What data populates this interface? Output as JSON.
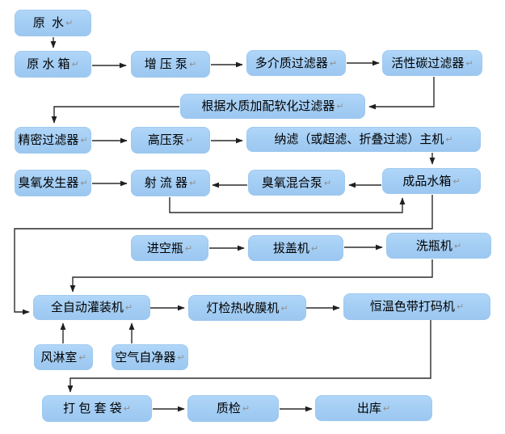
{
  "diagram": {
    "return_mark": "↵",
    "colors": {
      "box_fill": "#a3cdf4",
      "box_border": "#9ec9ef",
      "line": "#2b2b2b",
      "text": "#000000",
      "return_mark": "#8f8f8f",
      "background": "#ffffff"
    },
    "nodes": {
      "raw_water": {
        "label": "原  水"
      },
      "raw_tank": {
        "label": "原 水 箱"
      },
      "booster_pump": {
        "label": "增 压 泵"
      },
      "multimedia": {
        "label": "多介质过滤器"
      },
      "carbon": {
        "label": "活性碳过滤器"
      },
      "softening": {
        "label": "根据水质加配软化过滤器"
      },
      "precision": {
        "label": "精密过滤器"
      },
      "hp_pump": {
        "label": "高压泵"
      },
      "nano_main": {
        "label": "纳滤（或超滤、折叠过滤）主机"
      },
      "ozone_gen": {
        "label": "臭氧发生器"
      },
      "jet": {
        "label": "射 流 器"
      },
      "ozone_mix": {
        "label": "臭氧混合泵"
      },
      "product_tank": {
        "label": "成品水箱"
      },
      "empty_bottle": {
        "label": "进空瓶"
      },
      "cap_puller": {
        "label": "拔盖机"
      },
      "bottle_washer": {
        "label": "洗瓶机"
      },
      "filler": {
        "label": "全自动灌装机"
      },
      "light_inspect": {
        "label": "灯检热收膜机"
      },
      "coder": {
        "label": "恒温色带打码机"
      },
      "air_shower": {
        "label": "风淋室"
      },
      "air_purifier": {
        "label": "空气自净器"
      },
      "packing": {
        "label": "打 包 套 袋"
      },
      "qc": {
        "label": "质检"
      },
      "outbound": {
        "label": "出库"
      }
    },
    "edges": [
      [
        "raw_water",
        "raw_tank"
      ],
      [
        "raw_tank",
        "booster_pump"
      ],
      [
        "booster_pump",
        "multimedia"
      ],
      [
        "multimedia",
        "carbon"
      ],
      [
        "carbon",
        "softening"
      ],
      [
        "softening",
        "precision"
      ],
      [
        "precision",
        "hp_pump"
      ],
      [
        "hp_pump",
        "nano_main"
      ],
      [
        "nano_main",
        "product_tank"
      ],
      [
        "product_tank",
        "ozone_mix"
      ],
      [
        "ozone_mix",
        "jet"
      ],
      [
        "ozone_gen",
        "jet"
      ],
      [
        "jet",
        "product_tank"
      ],
      [
        "product_tank",
        "filler"
      ],
      [
        "empty_bottle",
        "cap_puller"
      ],
      [
        "cap_puller",
        "bottle_washer"
      ],
      [
        "bottle_washer",
        "filler"
      ],
      [
        "filler",
        "light_inspect"
      ],
      [
        "light_inspect",
        "coder"
      ],
      [
        "coder",
        "packing"
      ],
      [
        "air_shower",
        "filler"
      ],
      [
        "air_purifier",
        "filler"
      ],
      [
        "packing",
        "qc"
      ],
      [
        "qc",
        "outbound"
      ]
    ]
  }
}
